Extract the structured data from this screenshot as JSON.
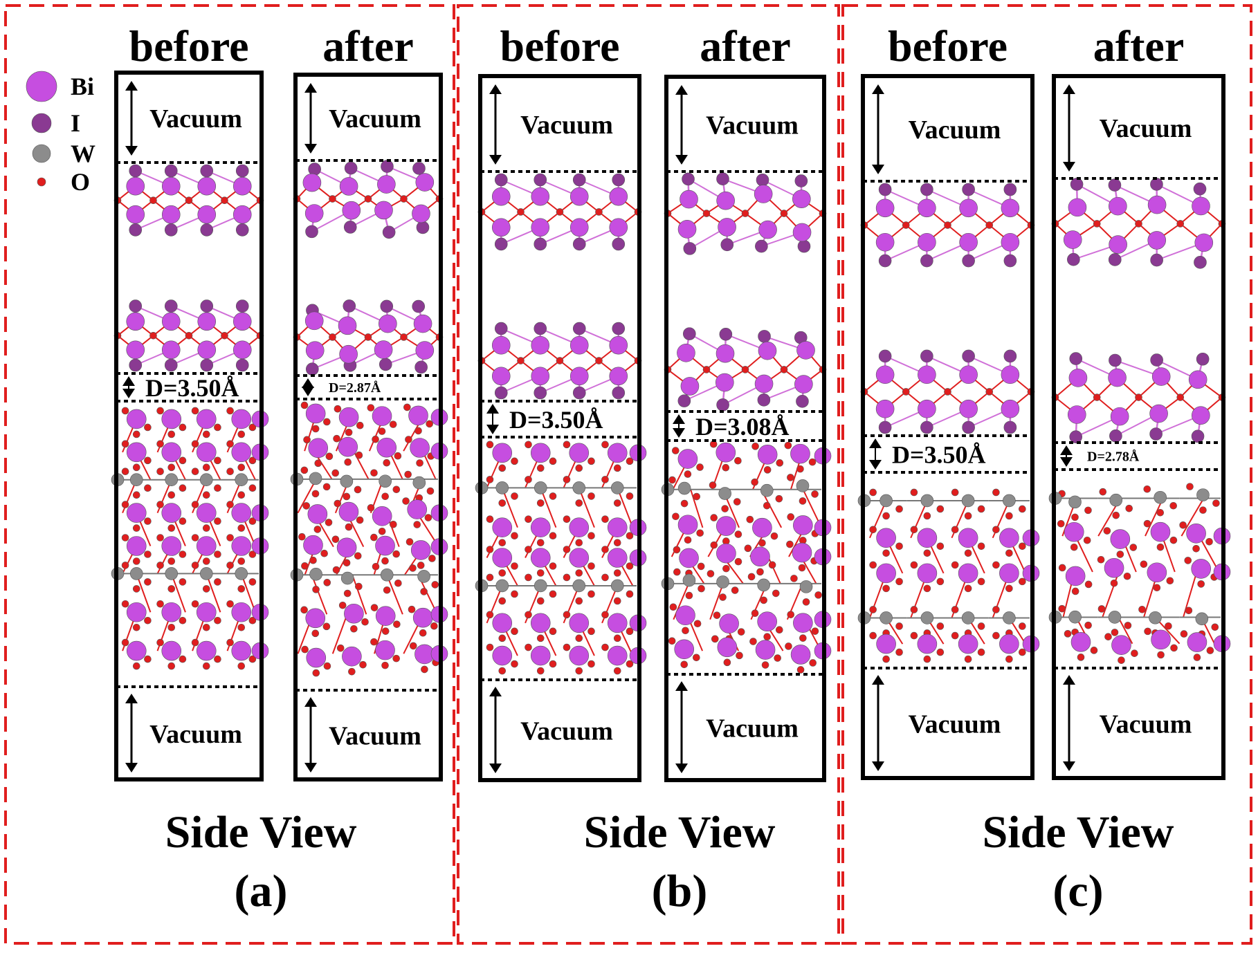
{
  "legend": {
    "items": [
      {
        "symbol": "Bi",
        "color": "#c64ee0",
        "name": "bi-legend-item"
      },
      {
        "symbol": "I",
        "color": "#8a3a92",
        "name": "i-legend-item"
      },
      {
        "symbol": "W",
        "color": "#8c8c8c",
        "name": "w-legend-item"
      },
      {
        "symbol": "O",
        "color": "#e01e1e",
        "name": "o-legend-item"
      }
    ]
  },
  "colors": {
    "bi": "#c64ee0",
    "i": "#8a3a92",
    "w": "#8c8c8c",
    "o": "#e01e1e",
    "bond": "#d070d8",
    "panel_border": "#e01e1e"
  },
  "panels": [
    {
      "id": "a",
      "label": "(a)",
      "view": "Side View",
      "columns": [
        {
          "title": "before",
          "top_vacuum": "Vacuum",
          "bottom_vacuum": "Vacuum",
          "distance": "D=3.50Å",
          "distance_size": "large"
        },
        {
          "title": "after",
          "top_vacuum": "Vacuum",
          "bottom_vacuum": "Vacuum",
          "distance": "D=2.87Å",
          "distance_size": "small"
        }
      ]
    },
    {
      "id": "b",
      "label": "(b)",
      "view": "Side View",
      "columns": [
        {
          "title": "before",
          "top_vacuum": "Vacuum",
          "bottom_vacuum": "Vacuum",
          "distance": "D=3.50Å",
          "distance_size": "large"
        },
        {
          "title": "after",
          "top_vacuum": "Vacuum",
          "bottom_vacuum": "Vacuum",
          "distance": "D=3.08Å",
          "distance_size": "large"
        }
      ]
    },
    {
      "id": "c",
      "label": "(c)",
      "view": "Side View",
      "columns": [
        {
          "title": "before",
          "top_vacuum": "Vacuum",
          "bottom_vacuum": "Vacuum",
          "distance": "D=3.50Å",
          "distance_size": "large"
        },
        {
          "title": "after",
          "top_vacuum": "Vacuum",
          "bottom_vacuum": "Vacuum",
          "distance": "D=2.78Å",
          "distance_size": "small"
        }
      ]
    }
  ]
}
